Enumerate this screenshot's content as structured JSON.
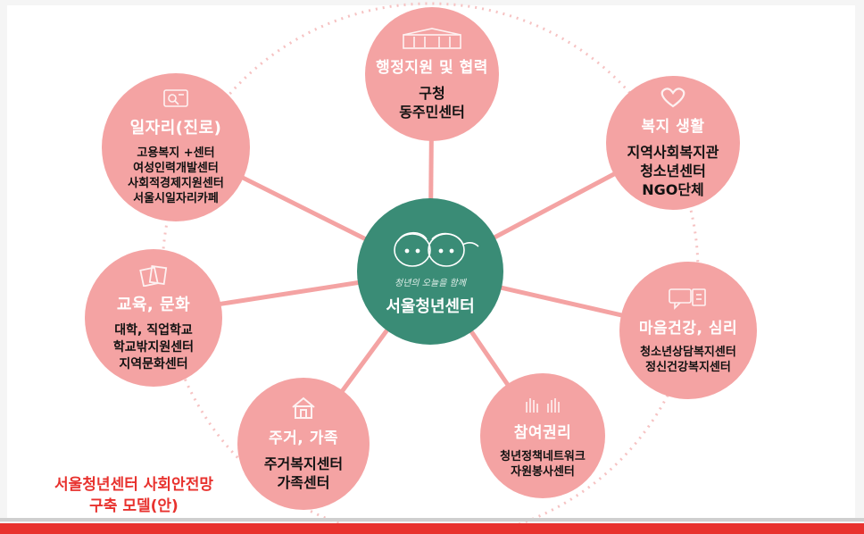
{
  "center": {
    "label": "서울청년센터",
    "tagline": "청년의 오늘을 함께"
  },
  "nodes": {
    "admin": {
      "title": "행정지원 및 협력",
      "items": [
        "구청",
        "동주민센터"
      ],
      "icon": "building-icon"
    },
    "welfare": {
      "title": "복지 생활",
      "items": [
        "지역사회복지관",
        "청소년센터",
        "NGO단체"
      ],
      "icon": "heart-hands-icon"
    },
    "mental": {
      "title": "마음건강, 심리",
      "items": [
        "청소년상담복지센터",
        "정신건강복지센터"
      ],
      "icon": "chat-bubble-icon"
    },
    "rights": {
      "title": "참여권리",
      "items": [
        "청년정책네트워크",
        "자원봉사센터"
      ],
      "icon": "raised-hands-icon"
    },
    "housing": {
      "title": "주거, 가족",
      "items": [
        "주거복지센터",
        "가족센터"
      ],
      "icon": "house-icon"
    },
    "edu": {
      "title": "교육, 문화",
      "items": [
        "대학, 직업학교",
        "학교밖지원센터",
        "지역문화센터"
      ],
      "icon": "books-icon"
    },
    "job": {
      "title": "일자리(진로)",
      "items": [
        "고용복지 +센터",
        "여성인력개발센터",
        "사회적경제지원센터",
        "서울시일자리카페"
      ],
      "icon": "job-board-icon"
    }
  },
  "caption": {
    "line1": "서울청년센터 사회안전망",
    "line2": "구축 모델(안)"
  },
  "colors": {
    "node": "#f4a3a3",
    "center": "#3a8c76",
    "accent": "#e8322e",
    "link": "#f4a3a3",
    "ring": "#f6c2c2"
  }
}
